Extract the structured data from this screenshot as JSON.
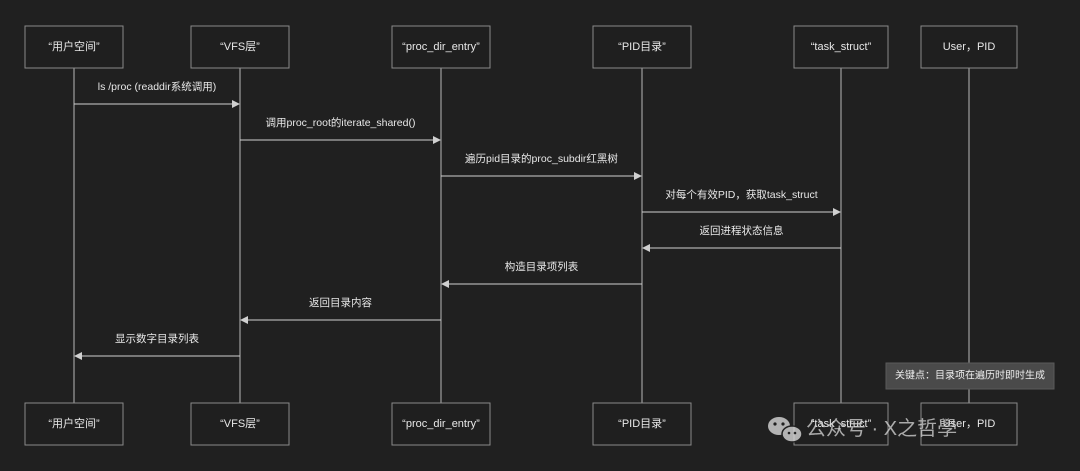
{
  "actors": [
    {
      "label": "“用户空间”"
    },
    {
      "label": "“VFS层”"
    },
    {
      "label": "“proc_dir_entry”"
    },
    {
      "label": "“PID目录”"
    },
    {
      "label": "“task_struct”"
    },
    {
      "label": "User，PID"
    }
  ],
  "messages": [
    {
      "from": 0,
      "to": 1,
      "label": "ls /proc (readdir系统调用)"
    },
    {
      "from": 1,
      "to": 2,
      "label": "调用proc_root的iterate_shared()"
    },
    {
      "from": 2,
      "to": 3,
      "label": "遍历pid目录的proc_subdir红黑树"
    },
    {
      "from": 3,
      "to": 4,
      "label": "对每个有效PID，获取task_struct"
    },
    {
      "from": 4,
      "to": 3,
      "label": "返回进程状态信息"
    },
    {
      "from": 3,
      "to": 2,
      "label": "构造目录项列表"
    },
    {
      "from": 2,
      "to": 1,
      "label": "返回目录内容"
    },
    {
      "from": 1,
      "to": 0,
      "label": "显示数字目录列表"
    }
  ],
  "note": {
    "label": "关键点：目录项在遍历时即时生成"
  },
  "watermark": {
    "label": "公众号 · X之哲學",
    "icon": "wechat-icon"
  }
}
